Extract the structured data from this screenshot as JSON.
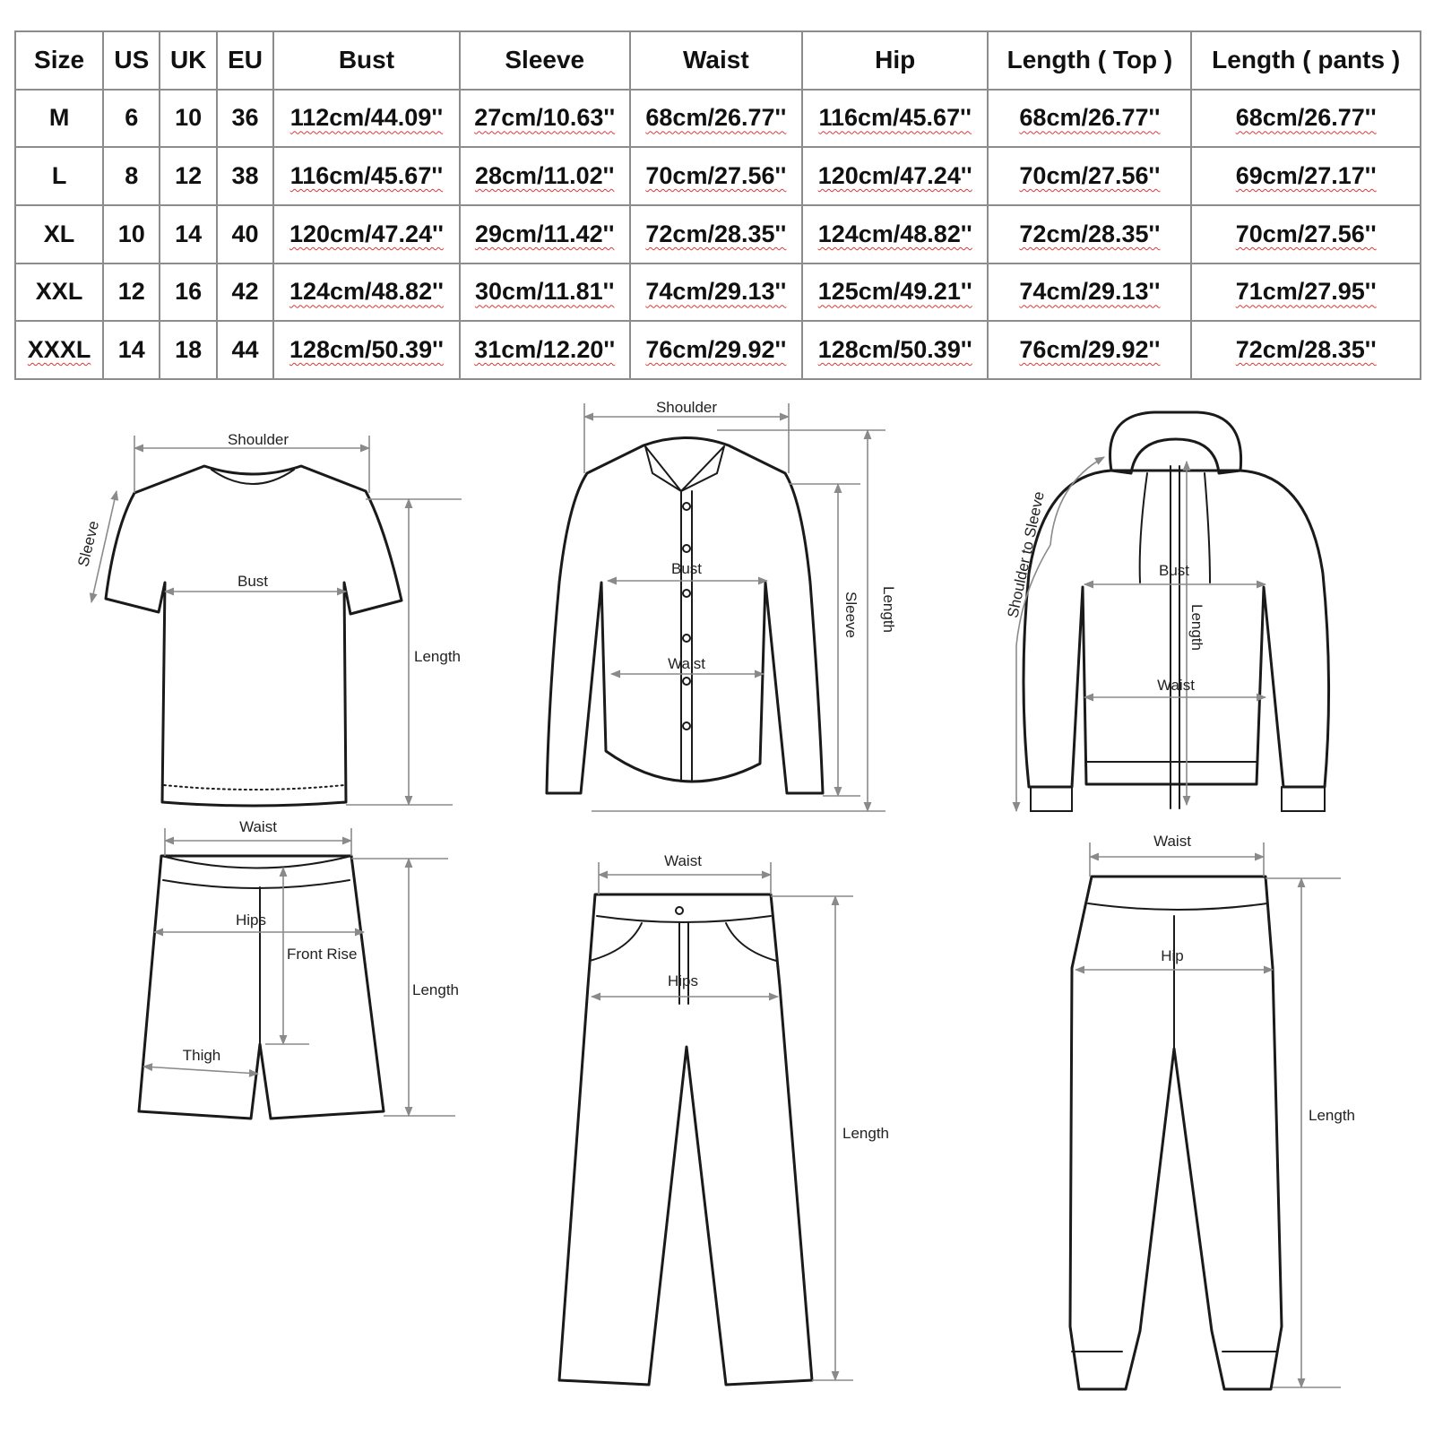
{
  "size_chart": {
    "headers": [
      "Size",
      "US",
      "UK",
      "EU",
      "Bust",
      "Sleeve",
      "Waist",
      "Hip",
      "Length ( Top )",
      "Length ( pants )"
    ],
    "rows": [
      [
        "M",
        "6",
        "10",
        "36",
        "112cm/44.09''",
        "27cm/10.63''",
        "68cm/26.77''",
        "116cm/45.67''",
        "68cm/26.77''",
        "68cm/26.77''"
      ],
      [
        "L",
        "8",
        "12",
        "38",
        "116cm/45.67''",
        "28cm/11.02''",
        "70cm/27.56''",
        "120cm/47.24''",
        "70cm/27.56''",
        "69cm/27.17''"
      ],
      [
        "XL",
        "10",
        "14",
        "40",
        "120cm/47.24''",
        "29cm/11.42''",
        "72cm/28.35''",
        "124cm/48.82''",
        "72cm/28.35''",
        "70cm/27.56''"
      ],
      [
        "XXL",
        "12",
        "16",
        "42",
        "124cm/48.82''",
        "30cm/11.81''",
        "74cm/29.13''",
        "125cm/49.21''",
        "74cm/29.13''",
        "71cm/27.95''"
      ],
      [
        "XXXL",
        "14",
        "18",
        "44",
        "128cm/50.39''",
        "31cm/12.20''",
        "76cm/29.92''",
        "128cm/50.39''",
        "76cm/29.92''",
        "72cm/28.35''"
      ]
    ]
  },
  "diagrams": {
    "tshirt": {
      "shoulder": "Shoulder",
      "sleeve": "Sleeve",
      "bust": "Bust",
      "length": "Length"
    },
    "shirt": {
      "shoulder": "Shoulder",
      "bust": "Bust",
      "waist": "Waist",
      "sleeve": "Sleeve",
      "length": "Length"
    },
    "hoodie": {
      "shoulder_to_sleeve": "Shoulder to Sleeve",
      "bust": "Bust",
      "length": "Length",
      "waist": "Waist"
    },
    "shorts": {
      "waist": "Waist",
      "hips": "Hips",
      "front_rise": "Front Rise",
      "thigh": "Thigh",
      "length": "Length"
    },
    "trousers": {
      "waist": "Waist",
      "hips": "Hips",
      "length": "Length"
    },
    "joggers": {
      "waist": "Waist",
      "hip": "Hip",
      "length": "Length"
    }
  },
  "colors": {
    "border": "#8c8c8c",
    "text": "#111111",
    "spellcheck": "#d63a3a",
    "measure_line": "#8a8a8a"
  }
}
